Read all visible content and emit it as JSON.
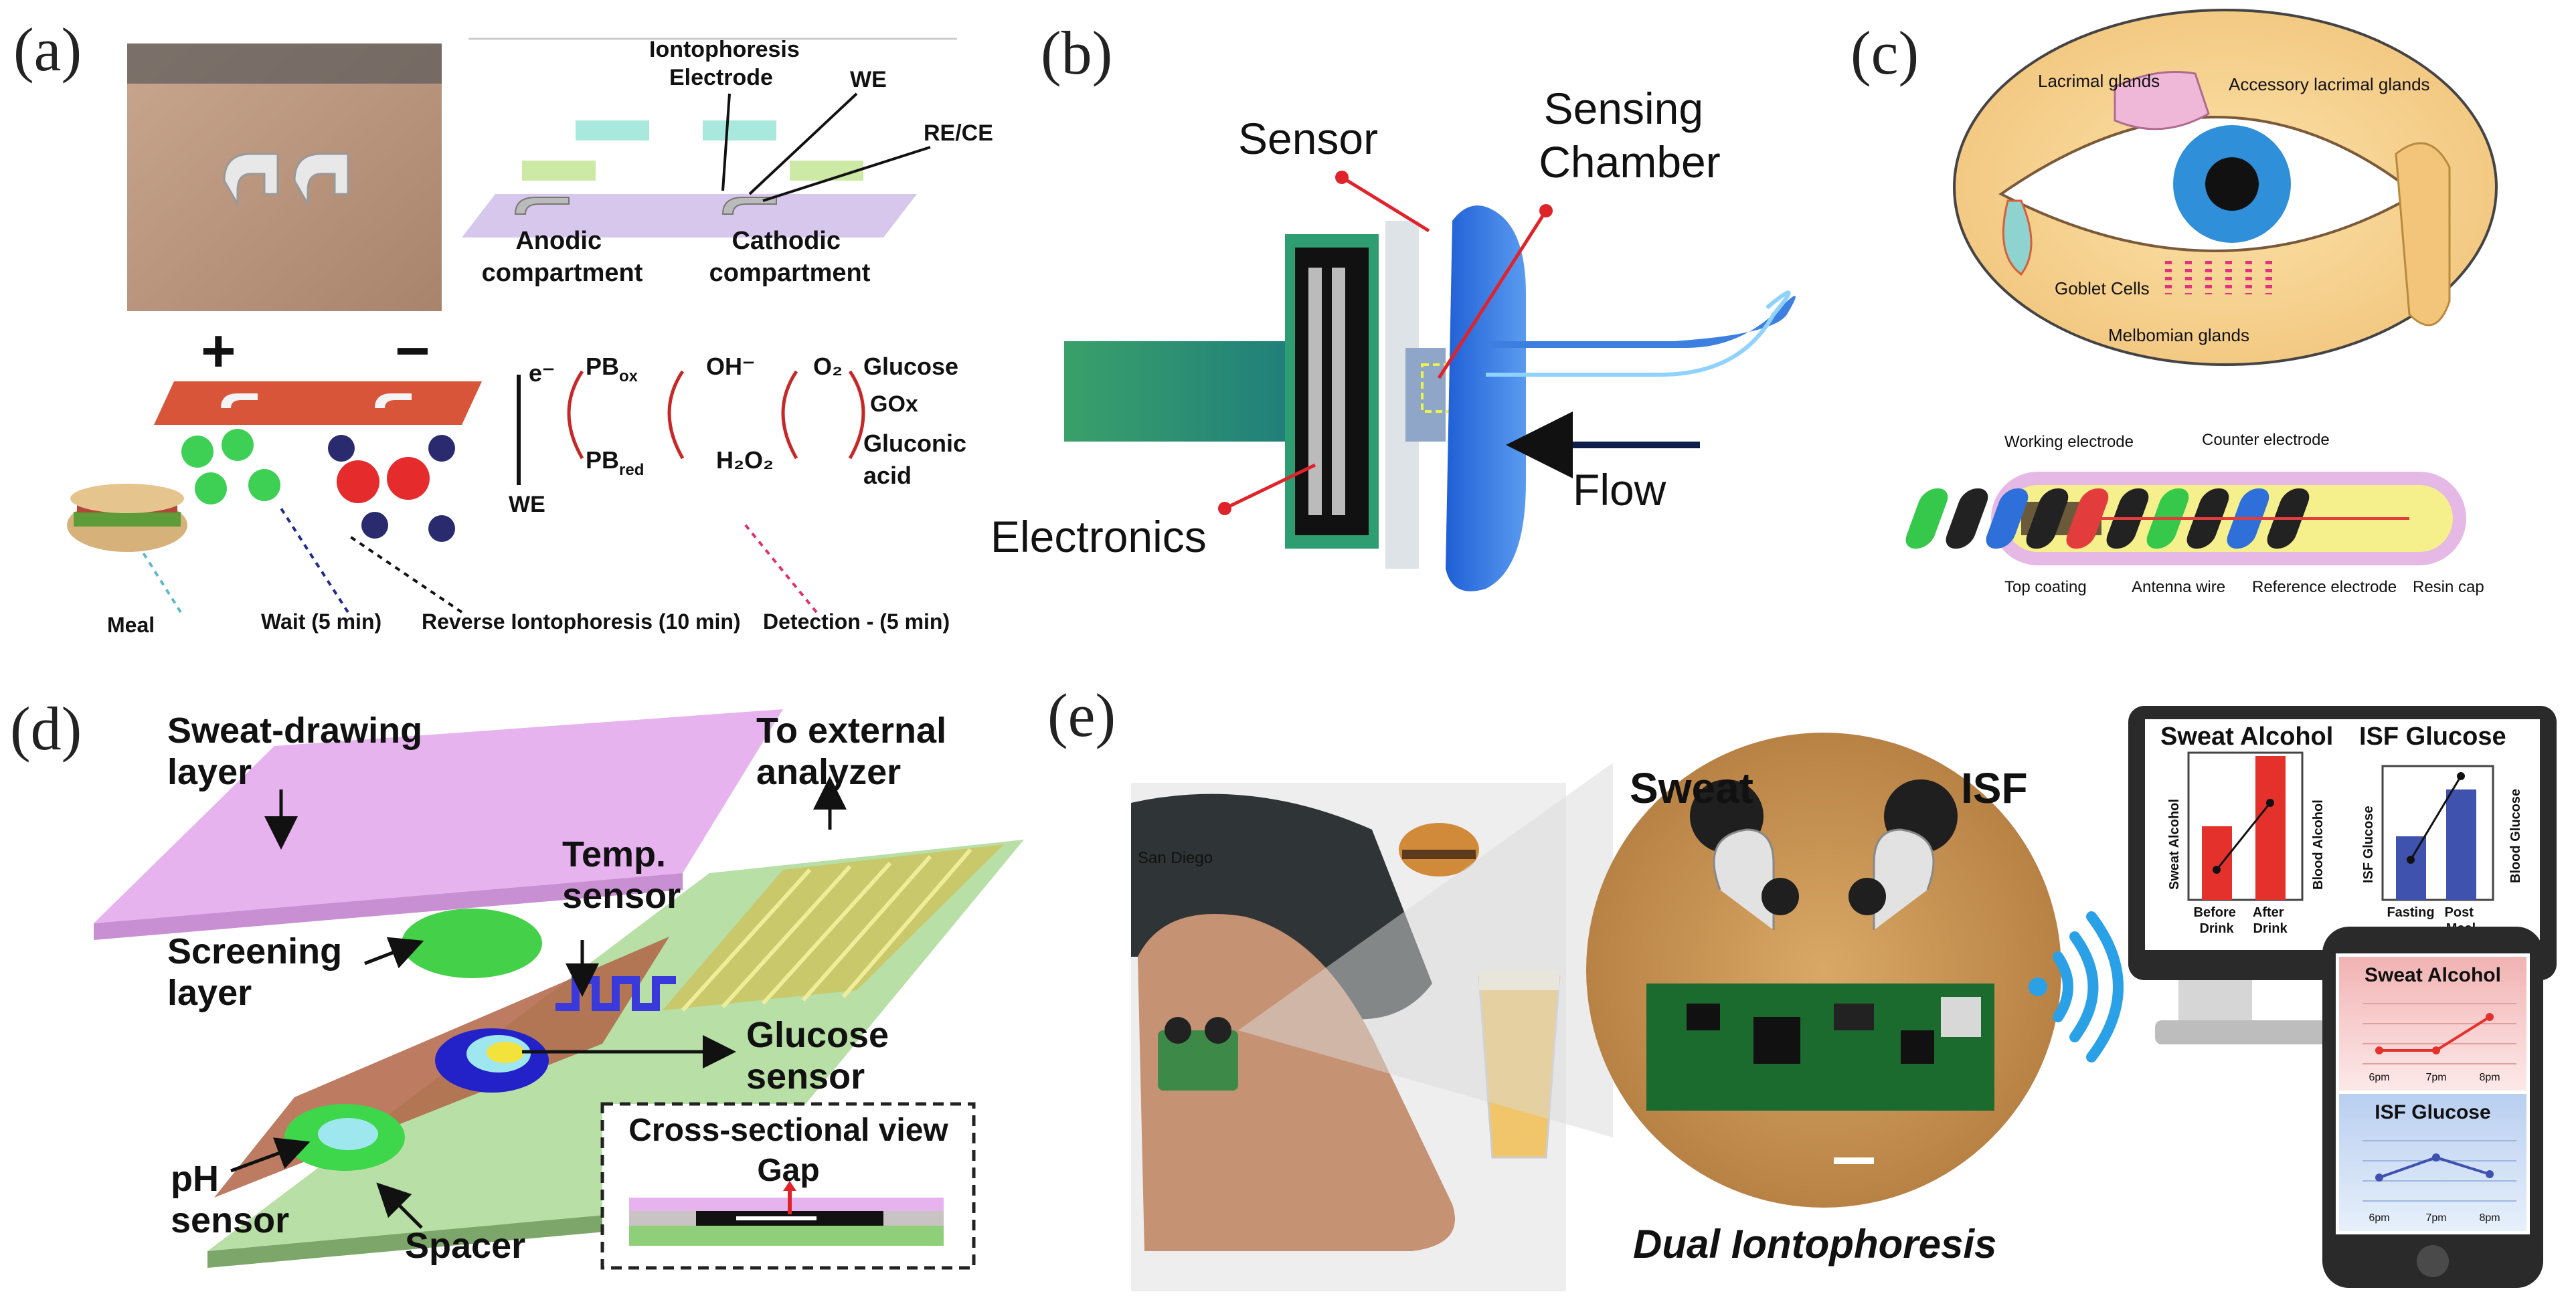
{
  "panels": {
    "a": {
      "letter": "(a)",
      "iontophoresis_electrode": [
        "Iontophoresis",
        "Electrode"
      ],
      "we": "WE",
      "re_ce": "RE/CE",
      "anodic": [
        "Anodic",
        "compartment"
      ],
      "cathodic": [
        "Cathodic",
        "compartment"
      ],
      "plus": "+",
      "minus": "−",
      "electron": "e⁻",
      "pb_ox": "PB",
      "pb_ox_sub": "ox",
      "pb_red": "PB",
      "pb_red_sub": "red",
      "oh": "OH⁻",
      "h2o2": "H₂O₂",
      "o2": "O₂",
      "gox": "GOx",
      "glucose": "Glucose",
      "gluconic": [
        "Gluconic",
        "acid"
      ],
      "we_bottom": "WE",
      "meal": "Meal",
      "wait": "Wait (5 min)",
      "reverse": "Reverse Iontophoresis (10 min)",
      "detection": "Detection - (5 min)"
    },
    "b": {
      "letter": "(b)",
      "sensor": "Sensor",
      "sensing_chamber": [
        "Sensing",
        "Chamber"
      ],
      "electronics": "Electronics",
      "flow": "Flow"
    },
    "c": {
      "letter": "(c)",
      "lacrimal": "Lacrimal glands",
      "accessory": "Accessory lacrimal glands",
      "goblet": "Goblet Cells",
      "meibomian": "Melbomian glands",
      "working": "Working electrode",
      "counter": "Counter electrode",
      "top_coating": "Top coating",
      "antenna": "Antenna wire",
      "reference": "Reference electrode",
      "resin": "Resin cap"
    },
    "d": {
      "letter": "(d)",
      "sweat_drawing": [
        "Sweat-drawing",
        "layer"
      ],
      "external": [
        "To external",
        "analyzer"
      ],
      "temp": [
        "Temp.",
        "sensor"
      ],
      "screening": [
        "Screening",
        "layer"
      ],
      "glucose_sensor": [
        "Glucose",
        "sensor"
      ],
      "ph": [
        "pH",
        "sensor"
      ],
      "spacer": "Spacer",
      "cross": "Cross-sectional view",
      "gap": "Gap"
    },
    "e": {
      "letter": "(e)",
      "sweat": "Sweat",
      "isf": "ISF",
      "dual": "Dual Iontophoresis",
      "shirt_text": "San Diego",
      "monitor": {
        "alcohol_title": "Sweat Alcohol",
        "glucose_title": "ISF Glucose",
        "alcohol_yl": "Sweat Alcohol",
        "alcohol_yr": "Blood Alcohol",
        "glucose_yl": "ISF Glucose",
        "glucose_yr": "Blood Glucose",
        "alcohol_cats": [
          [
            "Before",
            "Drink"
          ],
          [
            "After",
            "Drink"
          ]
        ],
        "glucose_cats": [
          [
            "Fasting"
          ],
          [
            "Post",
            "Meal"
          ]
        ]
      },
      "phone": {
        "alcohol_title": "Sweat Alcohol",
        "glucose_title": "ISF Glucose",
        "times": [
          "6pm",
          "7pm",
          "8pm"
        ]
      }
    }
  },
  "colors": {
    "red": "#d8322b",
    "blue": "#3a52a3",
    "green": "#3fcf6a",
    "pink": "#e9b0e3",
    "device_blue": "#2c6fd8"
  }
}
